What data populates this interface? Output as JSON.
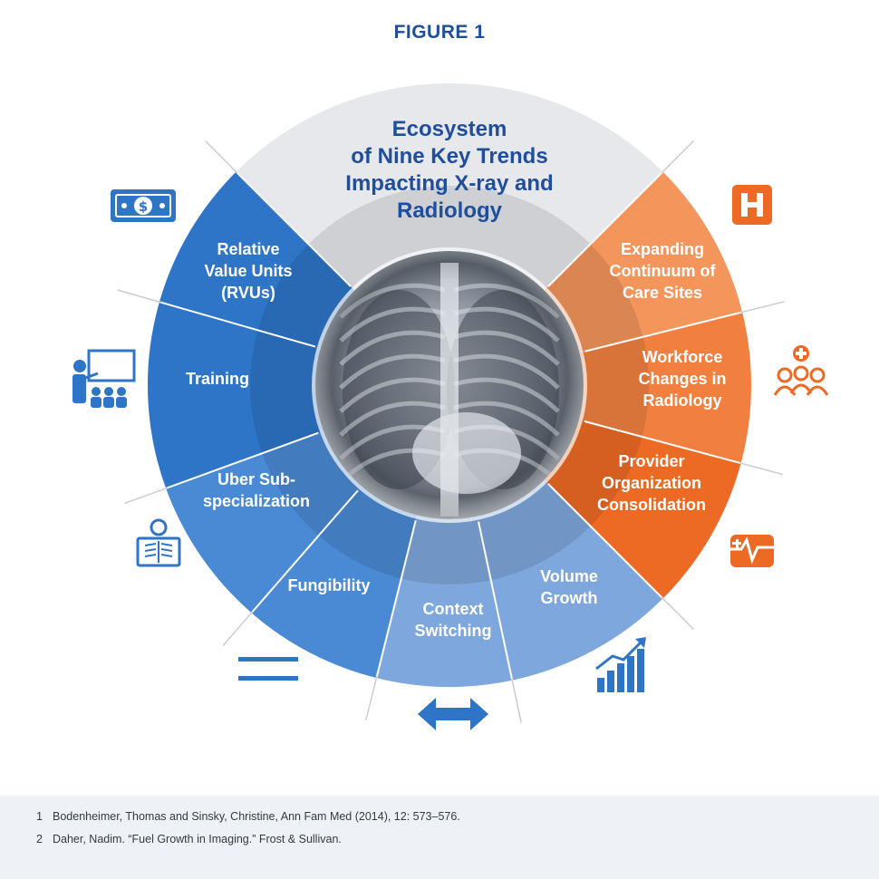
{
  "figure_label": "FIGURE 1",
  "center_title_lines": [
    "Ecosystem",
    "of Nine Key Trends",
    "Impacting X-ray and",
    "Radiology"
  ],
  "trends": [
    {
      "key": "rvu",
      "lines": [
        "Relative",
        "Value Units",
        "(RVUs)"
      ],
      "icon": "dollar-bill-icon"
    },
    {
      "key": "training",
      "lines": [
        "Training"
      ],
      "icon": "teacher-classroom-icon"
    },
    {
      "key": "uber",
      "lines": [
        "Uber Sub-",
        "specialization"
      ],
      "icon": "xray-viewer-icon"
    },
    {
      "key": "fungibility",
      "lines": [
        "Fungibility"
      ],
      "icon": "equals-icon"
    },
    {
      "key": "context",
      "lines": [
        "Context",
        "Switching"
      ],
      "icon": "double-arrow-icon"
    },
    {
      "key": "volume",
      "lines": [
        "Volume",
        "Growth"
      ],
      "icon": "growth-chart-icon"
    },
    {
      "key": "provider",
      "lines": [
        "Provider",
        "Organization",
        "Consolidation"
      ],
      "icon": "heartbeat-monitor-icon"
    },
    {
      "key": "workforce",
      "lines": [
        "Workforce",
        "Changes in",
        "Radiology"
      ],
      "icon": "medical-team-icon"
    },
    {
      "key": "expanding",
      "lines": [
        "Expanding",
        "Continuum of",
        "Care Sites"
      ],
      "icon": "hospital-icon"
    }
  ],
  "colors": {
    "title_blue": "#1f4e9c",
    "blue_dark": "#2e75c8",
    "blue_mid": "#4a8ad4",
    "blue_light": "#7ea8dd",
    "orange_light": "#f4965c",
    "orange_mid": "#f18040",
    "orange_dark": "#ed6a24",
    "grey_top": "#e6e8ec"
  },
  "footnotes": [
    {
      "num": "1",
      "text": "Bodenheimer, Thomas and Sinsky, Christine, Ann Fam Med (2014), 12: 573–576."
    },
    {
      "num": "2",
      "text": "Daher, Nadim. “Fuel Growth in Imaging.” Frost & Sullivan."
    }
  ]
}
